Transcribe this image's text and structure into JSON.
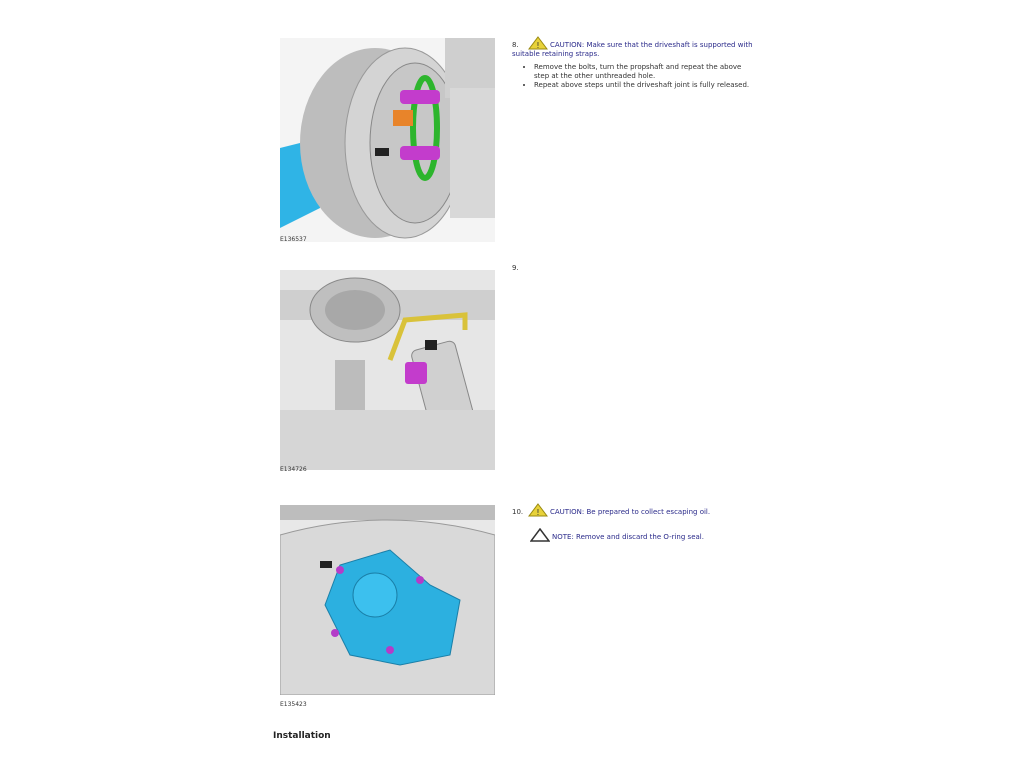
{
  "figures": [
    {
      "label": "E136537"
    },
    {
      "label": "E134726"
    },
    {
      "label": "E135423"
    }
  ],
  "steps": [
    {
      "number": "8.",
      "caution_label": "CAUTION:",
      "caution_text": "Make sure that the driveshaft is supported with suitable retaining straps.",
      "bullets": [
        "Remove the bolts, turn the propshaft and repeat the above step at the other unthreaded hole.",
        "Repeat above steps until the driveshaft joint is fully released."
      ]
    },
    {
      "number": "9."
    },
    {
      "number": "10.",
      "caution_label": "CAUTION:",
      "caution_text": "Be prepared to collect escaping oil.",
      "note_label": "NOTE:",
      "note_text": "Remove and discard the O-ring seal."
    }
  ],
  "section_heading": "Installation",
  "colors": {
    "caution": "#e8d23a",
    "text": "#2a2a8a"
  }
}
